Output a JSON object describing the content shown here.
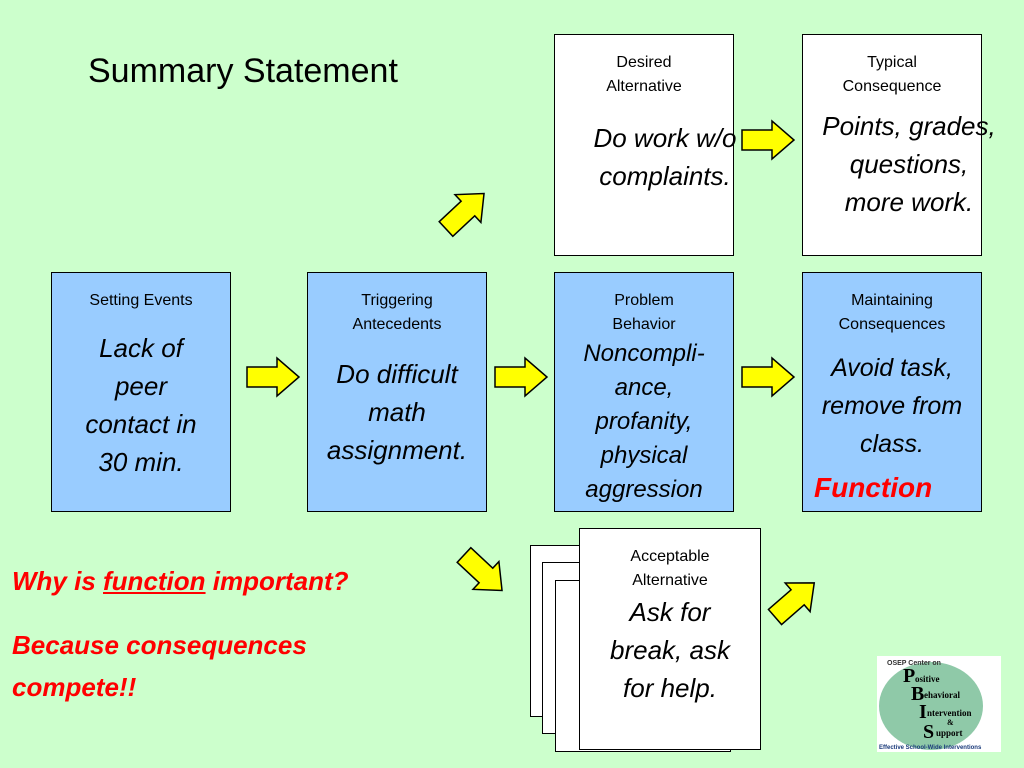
{
  "title": "Summary Statement",
  "boxes": {
    "desired": {
      "header": "Desired Alternative",
      "body": "Do work w/o complaints."
    },
    "typical": {
      "header": "Typical Consequence",
      "body": "Points, grades, questions, more work."
    },
    "setting": {
      "header": "Setting Events",
      "body": "Lack of peer contact in 30 min."
    },
    "triggering": {
      "header": "Triggering Antecedents",
      "body": "Do difficult math assignment."
    },
    "problem": {
      "header": "Problem Behavior",
      "body": "Noncompli-ance, profanity, physical aggression"
    },
    "maintaining": {
      "header": "Maintaining Consequences",
      "body": "Avoid task, remove from class.",
      "function_label": "Function"
    },
    "acceptable": {
      "header": "Acceptable Alternative",
      "body": "Ask for break, ask for help."
    }
  },
  "question": {
    "prefix": "Why is ",
    "emphasis": "function",
    "suffix": " important?"
  },
  "answer": "Because consequences compete!!",
  "logo": {
    "top_text": "OSEP Center on",
    "words": [
      "ositive",
      "ehavioral",
      "ntervention",
      "&",
      "upport"
    ],
    "letters": [
      "P",
      "B",
      "I",
      "S"
    ],
    "bottom_text": "Effective School-Wide Interventions"
  },
  "colors": {
    "background": "#ccffcc",
    "box_blue": "#99ccff",
    "arrow": "#ffff00",
    "accent_red": "#ff0000"
  }
}
